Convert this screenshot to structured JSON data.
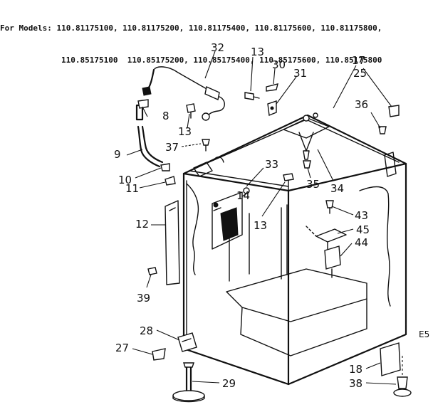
{
  "header": {
    "line1": "For Models: 110.81175100, 110.81175200, 110.81175400, 110.81175600, 110.81175800,",
    "line2": "110.85175100  110.85175200, 110.85175400, 110.85175600, 110.85175800"
  },
  "callouts": {
    "c32": "32",
    "c13a": "13",
    "c30": "30",
    "c31": "31",
    "c17": "17",
    "c25": "25",
    "c8": "8",
    "c13b": "13",
    "c36": "36",
    "c37": "37",
    "c9": "9",
    "c33": "33",
    "c14": "14",
    "c10": "10",
    "c35": "35",
    "c34": "34",
    "c11": "11",
    "c13c": "13",
    "c43": "43",
    "c12": "12",
    "c45": "45",
    "c44": "44",
    "c39": "39",
    "c28": "28",
    "c27": "27",
    "c18": "18",
    "c29": "29",
    "c38": "38",
    "ref": "E5"
  }
}
